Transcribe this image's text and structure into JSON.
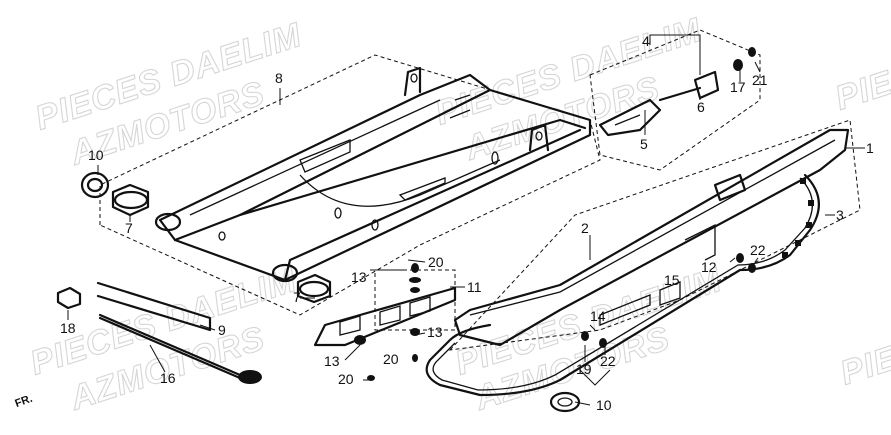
{
  "watermark": {
    "line1": "PIECES DAELIM",
    "line2": "AZMOTORS"
  },
  "front_marker": "FR.",
  "part_numbers": {
    "p1": "1",
    "p2": "2",
    "p3": "3",
    "p4": "4",
    "p5": "5",
    "p6": "6",
    "p7a": "7",
    "p7b": "7",
    "p8": "8",
    "p9": "9",
    "p10a": "10",
    "p10b": "10",
    "p11": "11",
    "p12": "12",
    "p13a": "13",
    "p13b": "13",
    "p13c": "13",
    "p14": "14",
    "p15": "15",
    "p16": "16",
    "p17": "17",
    "p18": "18",
    "p19": "19",
    "p20a": "20",
    "p20b": "20",
    "p20c": "20",
    "p21": "21",
    "p22a": "22",
    "p22b": "22"
  }
}
